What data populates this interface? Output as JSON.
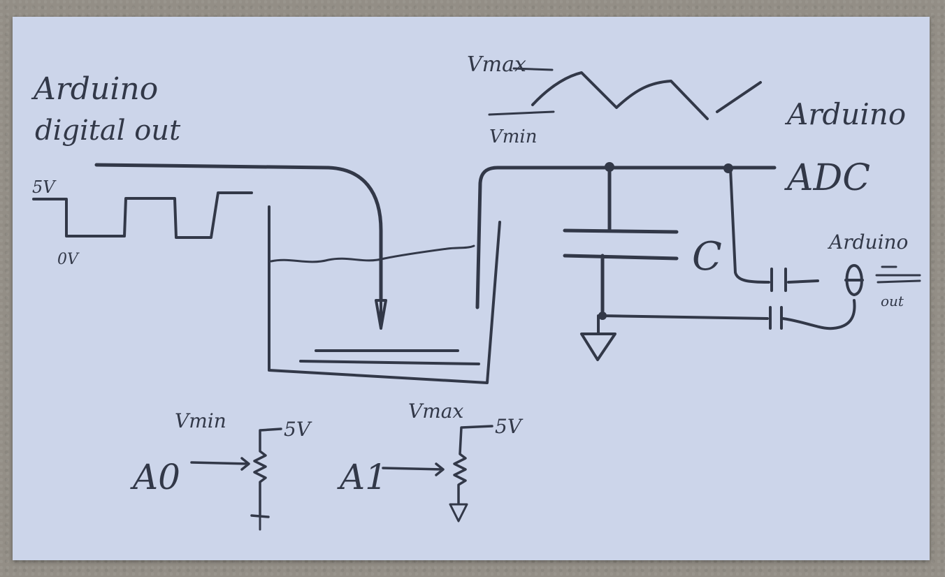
{
  "labels": {
    "arduino_digital_out_line1": "Arduino",
    "arduino_digital_out_line2": "digital out",
    "five_volts_top": "5V",
    "zero_volts": "0V",
    "vmax_top": "Vmax",
    "vmin_top": "Vmin",
    "arduino_adc_line1": "Arduino",
    "arduino_adc_line2": "ADC",
    "capacitor_c": "C",
    "arduino_out_line1": "Arduino",
    "arduino_out_line2": "out",
    "vmin_pot": "Vmin",
    "five_volts_pot_a0": "5V",
    "a0_pin": "A0",
    "vmax_pot": "Vmax",
    "five_volts_pot_a1": "5V",
    "a1_pin": "A1"
  },
  "colors": {
    "ink": "#323848",
    "paper": "#ccd5ea",
    "background": "#938e86"
  }
}
